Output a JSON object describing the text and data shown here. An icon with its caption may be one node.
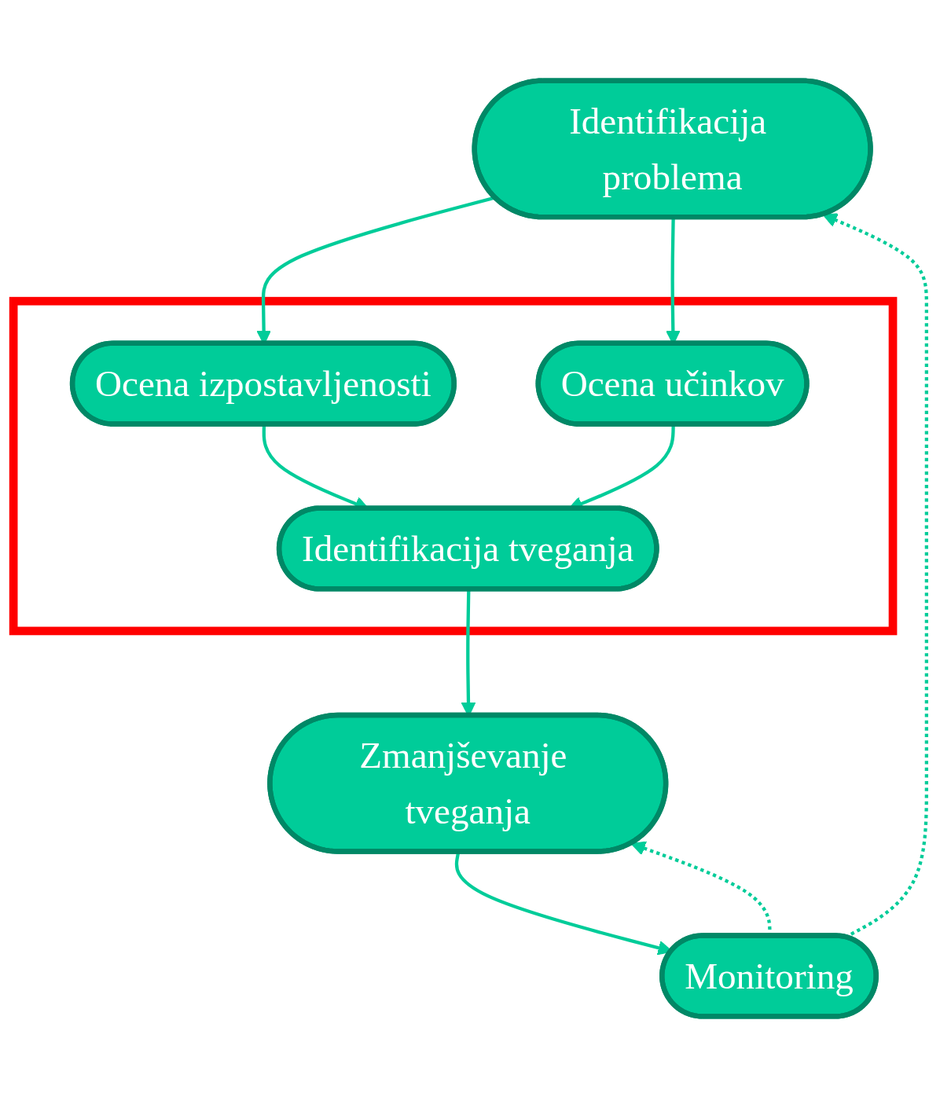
{
  "diagram": {
    "nodes": [
      {
        "text": [
          "Identifikacija problema"
        ]
      },
      {
        "text": [],
        "shape": "box"
      },
      {
        "text": [
          "Ocena izpostavljenosti"
        ],
        "in": 1
      },
      {
        "text": [
          "Ocena učinkov"
        ],
        "in": 1
      },
      {
        "text": [
          "Identifikacija tveganja"
        ],
        "in": 1
      },
      {
        "text": [
          "Zmanjševanje tveganja"
        ]
      },
      {
        "text": [
          "Monitoring"
        ]
      }
    ],
    "edges": [
      {
        "from": 0,
        "to": 2,
        "arrow": "to"
      },
      {
        "from": 0,
        "to": 3,
        "arrow": "to"
      },
      {
        "from": 2,
        "to": 4,
        "arrow": "to"
      },
      {
        "from": 3,
        "to": 4,
        "arrow": "to"
      },
      {
        "from": 4,
        "to": 5,
        "arrow": "to"
      },
      {
        "from": 5,
        "to": 6,
        "arrow": "to"
      },
      {
        "from": 6,
        "to": 5,
        "arrow": "to",
        "style": "dashed"
      },
      {
        "from": 6,
        "to": 0,
        "arrow": "to",
        "style": "dashed"
      }
    ]
  }
}
